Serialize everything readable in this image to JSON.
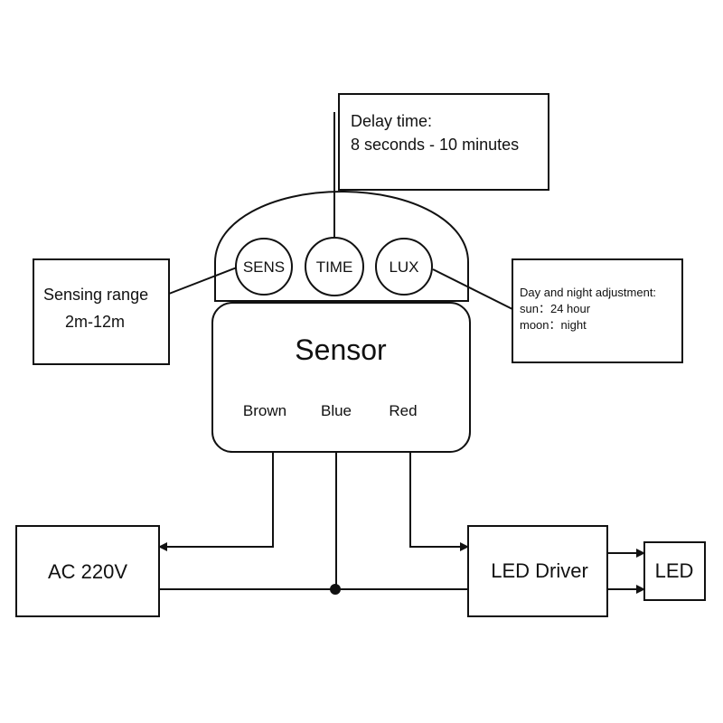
{
  "delay_box": {
    "line1": "Delay time:",
    "line2": "8 seconds -  10 minutes"
  },
  "sensing_box": {
    "line1": "Sensing range",
    "line2": "2m-12m"
  },
  "day_night_box": {
    "line1": "Day and night adjustment:",
    "line2": "sun：24 hour",
    "line3": "moon：night"
  },
  "knobs": {
    "sens": "SENS",
    "time": "TIME",
    "lux": "LUX"
  },
  "sensor": {
    "title": "Sensor",
    "wire_brown": "Brown",
    "wire_blue": "Blue",
    "wire_red": "Red"
  },
  "ac_box": {
    "label": "AC 220V"
  },
  "driver_box": {
    "label": "LED Driver"
  },
  "led_box": {
    "label": "LED"
  },
  "colors": {
    "line": "#111111",
    "background": "#ffffff"
  }
}
